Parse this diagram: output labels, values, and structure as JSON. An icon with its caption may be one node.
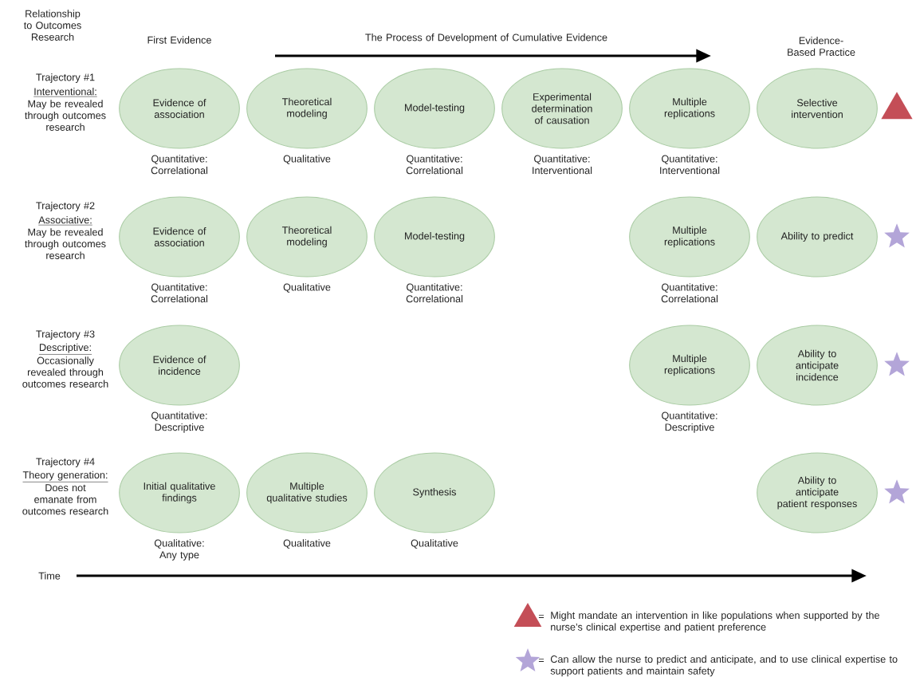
{
  "diagram": {
    "nodes": [
      {
        "text": [
          "Evidence of association"
        ],
        "beside": [
          "Quantitative: Correlational"
        ]
      },
      {
        "text": [
          "Theoretical modeling"
        ],
        "beside": [
          "Qualitative"
        ]
      },
      {
        "text": [
          "Model-testing"
        ],
        "beside": [
          "Quantitative: Correlational"
        ]
      },
      {
        "text": [
          "Experimental determination of causation"
        ],
        "beside": [
          "Quantitative: Interventional"
        ]
      },
      {
        "text": [
          "Multiple replications"
        ],
        "beside": [
          "Quantitative: Interventional"
        ]
      },
      {
        "text": [
          "Selective intervention"
        ]
      },
      {
        "text": [],
        "shape": "triangle"
      },
      {
        "text": [
          "Evidence of association"
        ],
        "beside": [
          "Quantitative: Correlational"
        ]
      },
      {
        "text": [
          "Theoretical modeling"
        ],
        "beside": [
          "Qualitative"
        ]
      },
      {
        "text": [
          "Model-testing"
        ],
        "beside": [
          "Quantitative: Correlational"
        ]
      },
      {
        "text": [
          "Multiple replications"
        ],
        "beside": [
          "Quantitative: Correlational"
        ]
      },
      {
        "text": [
          "Ability to predict"
        ]
      },
      {
        "text": [],
        "shape": "star"
      },
      {
        "text": [
          "Evidence of incidence"
        ],
        "beside": [
          "Quantitative: Descriptive"
        ]
      },
      {
        "text": [
          "Multiple replications"
        ],
        "beside": [
          "Quantitative: Descriptive"
        ]
      },
      {
        "text": [
          "Ability to anticipate incidence"
        ]
      },
      {
        "text": [],
        "shape": "star"
      },
      {
        "text": [
          "Initial qualitative findings"
        ],
        "beside": [
          "Qualitative: Any type"
        ]
      },
      {
        "text": [
          "Multiple qualitative studies"
        ],
        "beside": [
          "Qualitative"
        ]
      },
      {
        "text": [
          "Synthesis"
        ],
        "beside": [
          "Qualitative"
        ]
      },
      {
        "text": [
          "Ability to anticipate patient responses"
        ]
      },
      {
        "text": [],
        "shape": "star"
      }
    ],
    "labels": [
      "Relationship to Outcomes Research",
      "First Evidence",
      "The Process of Development of Cumulative Evidence",
      "Evidence-Based Practice",
      "Trajectory #1",
      "Interventional:",
      "May be revealed through outcomes research",
      "Trajectory #2",
      "Associative:",
      "May be revealed through outcomes research",
      "Trajectory #3",
      "Descriptive:",
      "Occasionally revealed through outcomes research",
      "Trajectory #4",
      "Theory generation:",
      "Does not emanate from outcomes research",
      "Time",
      "=",
      "="
    ],
    "legend": [
      {
        "text": "Might mandate an intervention in like populations when supported by the nurse’s clinical expertise and patient preference"
      },
      {
        "text": "Can allow the nurse to predict and anticipate, and to use clinical expertise to support patients and maintain safety"
      }
    ]
  }
}
